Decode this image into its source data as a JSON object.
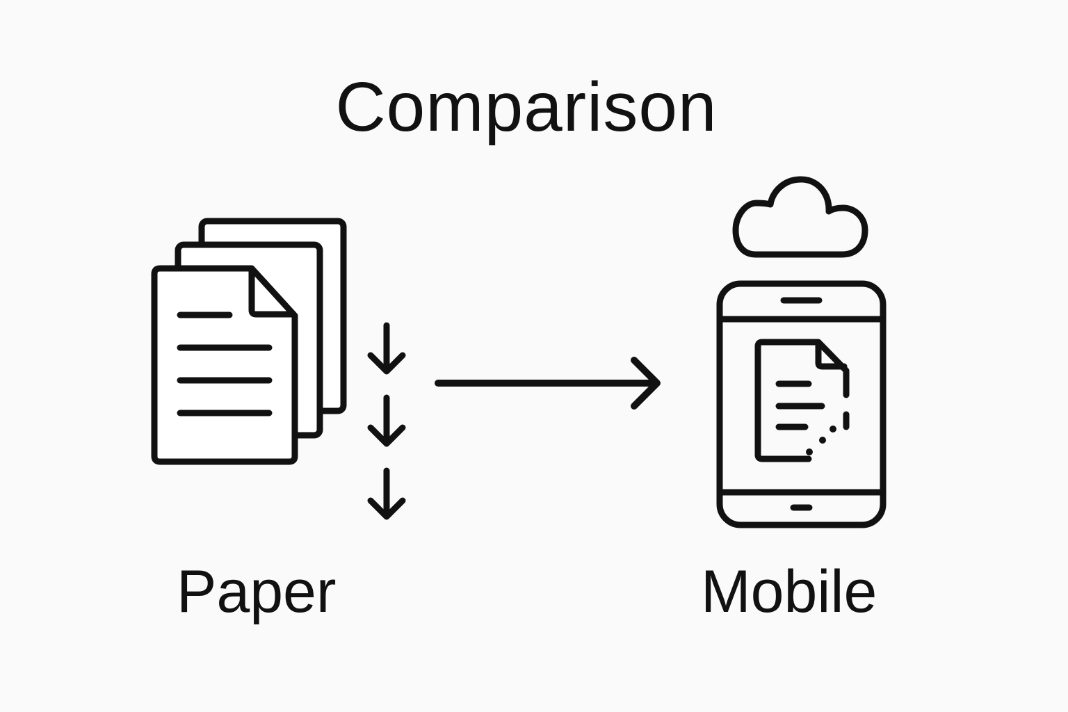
{
  "title": "Comparison",
  "left": {
    "label": "Paper",
    "icon": "paper-stack-icon",
    "flow_icon": "down-arrows-icon"
  },
  "right": {
    "label": "Mobile",
    "icon": "mobile-phone-icon",
    "cloud_icon": "cloud-icon",
    "screen_icon": "document-icon"
  },
  "connector": {
    "icon": "right-arrow-icon"
  },
  "colors": {
    "ink": "#111111",
    "background": "#fafafa"
  }
}
